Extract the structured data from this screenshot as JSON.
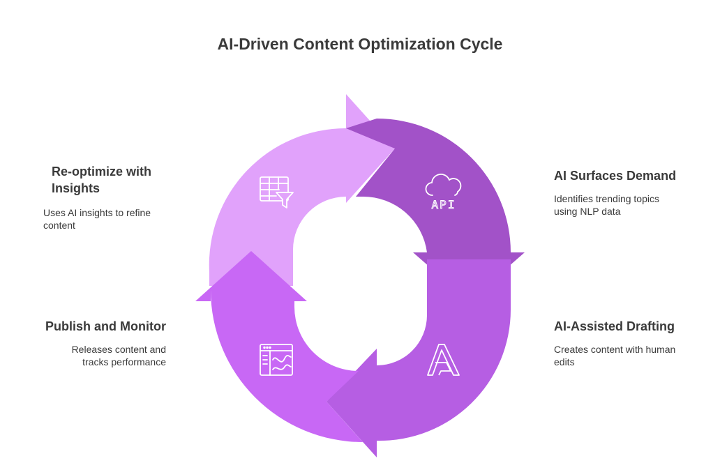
{
  "title": "AI-Driven Content Optimization Cycle",
  "colors": {
    "segment_top_right": "#a252c8",
    "segment_bottom_right": "#b65ee3",
    "segment_bottom_left": "#c868f5",
    "segment_top_left": "#e1a2fb",
    "icon_stroke": "#ffffff"
  },
  "steps": [
    {
      "title": "AI Surfaces Demand",
      "description": "Identifies trending topics using NLP data",
      "icon": "cloud-api-icon",
      "icon_text": "API"
    },
    {
      "title": "AI-Assisted Drafting",
      "description": "Creates content with human edits",
      "icon": "letter-a-logo-icon"
    },
    {
      "title": "Publish and Monitor",
      "description": "Releases content and tracks performance",
      "icon": "browser-analytics-icon"
    },
    {
      "title": "Re-optimize with Insights",
      "description": "Uses AI insights to refine content",
      "icon": "table-filter-icon"
    }
  ]
}
